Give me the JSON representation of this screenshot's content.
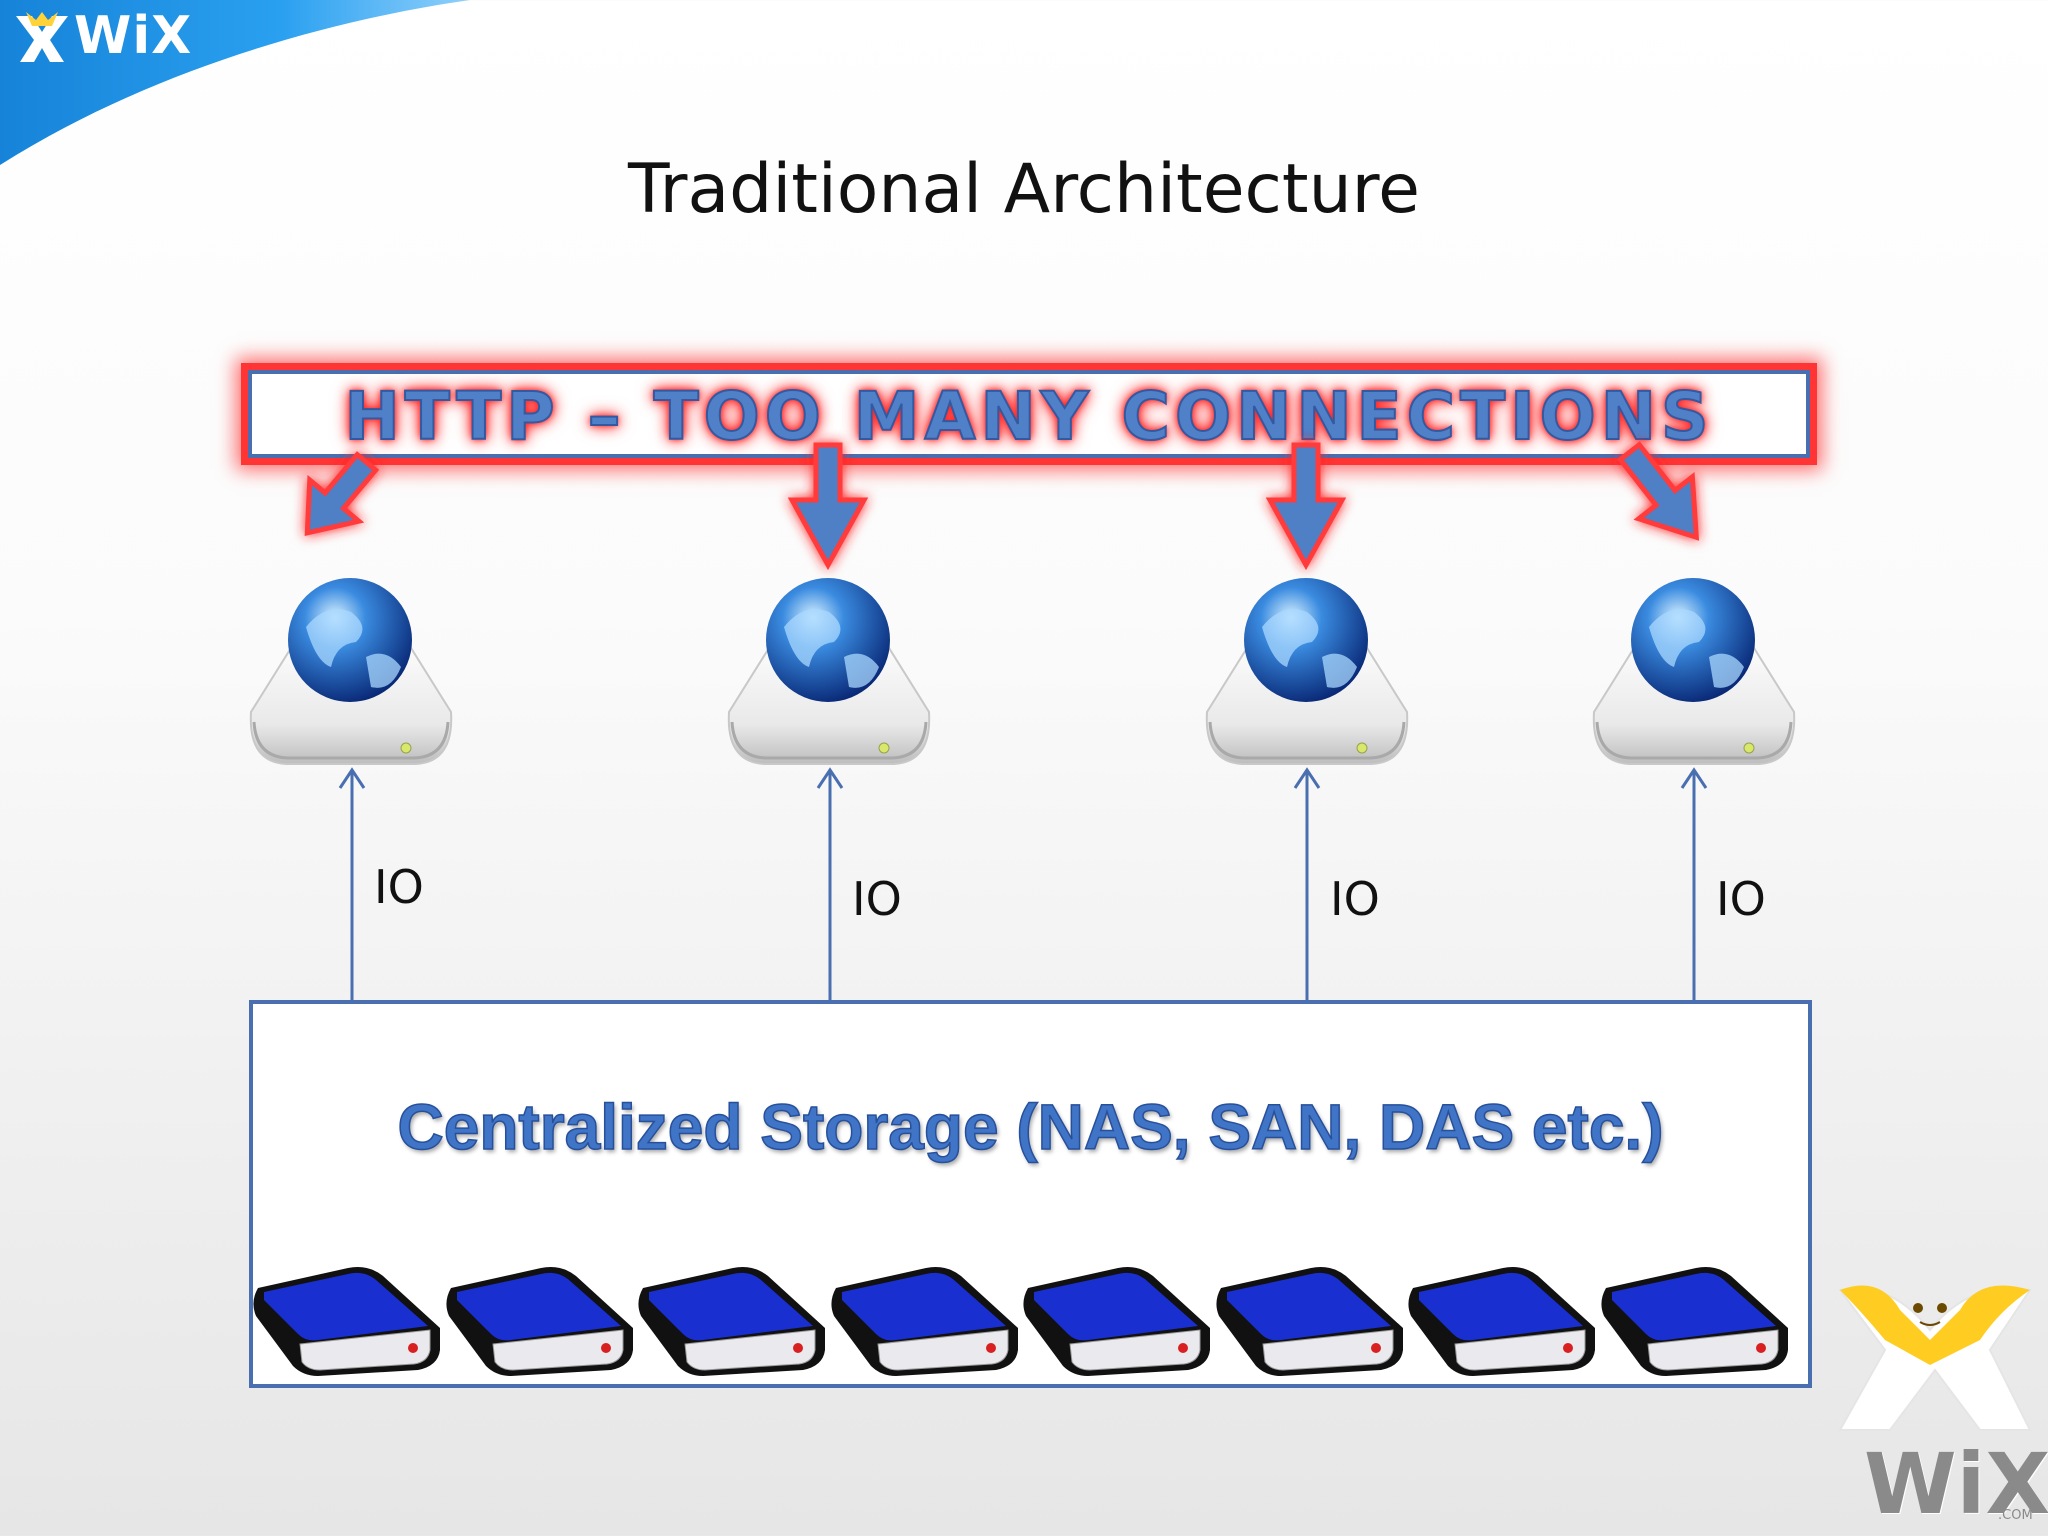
{
  "brand": {
    "top_logo_text": "WiX",
    "corner_logo_text": "WiX",
    "corner_logo_sub": ".COM",
    "swoosh_color": "#1a8fe0"
  },
  "slide": {
    "title": "Traditional Architecture"
  },
  "diagram": {
    "banner_text": "HTTP – TOO MANY CONNECTIONS",
    "banner_glow_color": "#ff3434",
    "line_color": "#4a6fb0",
    "servers": [
      {
        "io_label": "IO"
      },
      {
        "io_label": "IO"
      },
      {
        "io_label": "IO"
      },
      {
        "io_label": "IO"
      }
    ],
    "storage_label": "Centralized Storage (NAS, SAN, DAS etc.)",
    "disk_count": 8,
    "disk_color": "#1a2fd0"
  }
}
